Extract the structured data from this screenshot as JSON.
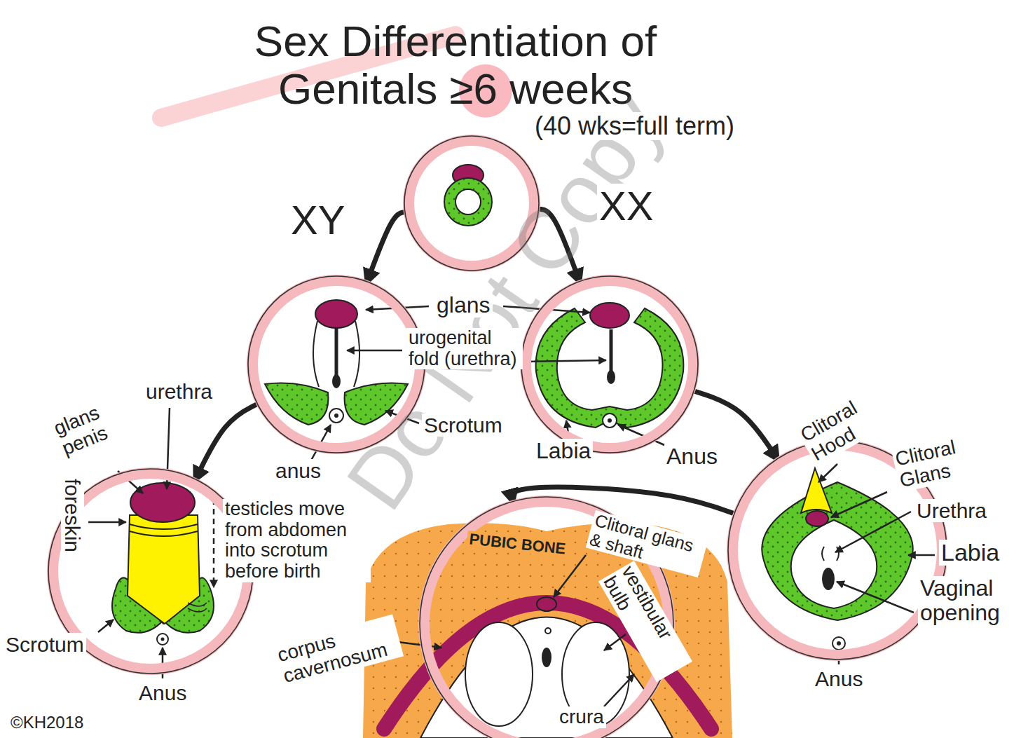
{
  "diagram": {
    "title": "Sex Differentiation of Genitals ≥6 weeks",
    "nodes": [
      {
        "text": []
      },
      {
        "text": []
      },
      {
        "text": []
      },
      {
        "text": []
      },
      {
        "text": []
      },
      {
        "text": []
      }
    ],
    "edges": [
      {
        "from": 0,
        "to": 1,
        "arrow": "to",
        "label": "XY"
      },
      {
        "from": 0,
        "to": 2,
        "arrow": "to",
        "label": "XX"
      },
      {
        "from": 1,
        "to": 3,
        "arrow": "to"
      },
      {
        "from": 2,
        "to": 4,
        "arrow": "to"
      },
      {
        "from": 4,
        "to": 5,
        "arrow": "to"
      }
    ],
    "labels": [
      "(40 wks=full term)",
      "Do Not Copy",
      "glans",
      "urogenital fold (urethra)",
      "Scrotum",
      "anus",
      "Labia",
      "Anus",
      "urethra",
      "glans penis",
      "foreskin",
      "Scrotum",
      "testicles move from abdomen into scrotum before birth",
      "Anus",
      "Clitoral Hood",
      "Clitoral Glans",
      "Urethra",
      "Labia",
      "Vaginal opening",
      "Anus",
      "Clitoral glans & shaft",
      "PUBIC BONE",
      "corpus cavernosum",
      "vestibular bulb",
      "crura",
      "©KH2018"
    ]
  }
}
